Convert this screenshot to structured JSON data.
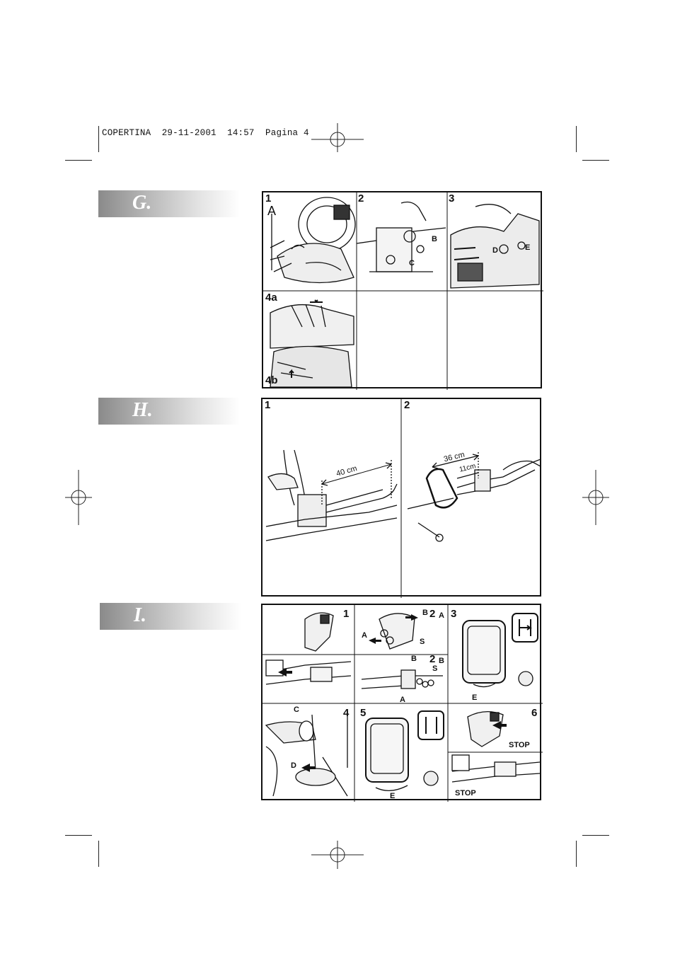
{
  "header": {
    "text": "COPERTINA  29-11-2001  14:57  Pagina 4"
  },
  "sections": {
    "g": {
      "title": "G.",
      "panels": [
        "1",
        "2",
        "3",
        "4a",
        "4b"
      ],
      "labels": {
        "a": "A",
        "b": "B",
        "c": "C",
        "d": "D",
        "e": "E"
      }
    },
    "h": {
      "title": "H.",
      "panels": [
        "1",
        "2"
      ],
      "dims": {
        "d40": "40 cm",
        "d36": "36 cm",
        "d11": "11cm"
      }
    },
    "i": {
      "title": "I.",
      "panels": [
        "1",
        "2",
        "A",
        "3",
        "2",
        "B",
        "4",
        "5",
        "6"
      ],
      "labels": {
        "a": "A",
        "b": "B",
        "s": "S",
        "c": "C",
        "d": "D",
        "e": "E",
        "stop": "STOP"
      }
    }
  }
}
